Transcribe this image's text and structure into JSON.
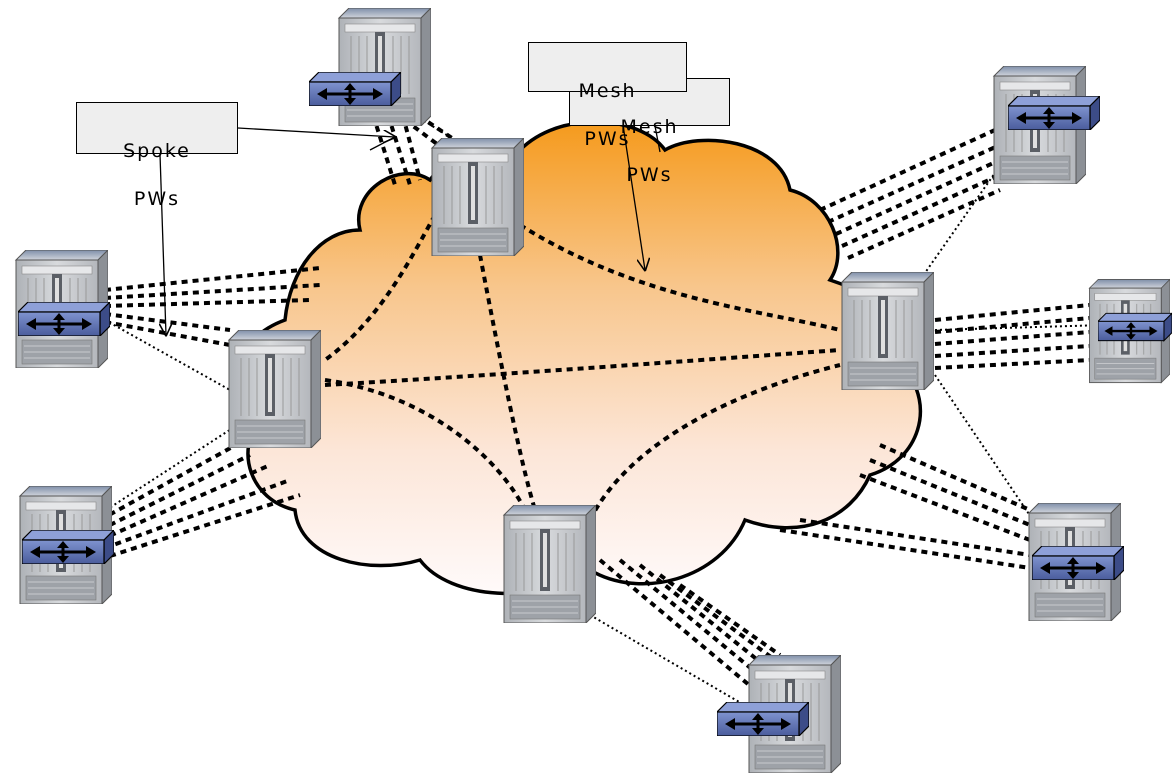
{
  "diagram": {
    "callouts": {
      "spoke": {
        "line1": "Spoke",
        "line2": "PWs"
      },
      "mesh_back": {
        "line1": "Mesh",
        "line2": "PWs"
      },
      "mesh_front": {
        "line1": "Mesh",
        "line2": "PWs"
      }
    },
    "colors": {
      "cloud_top": "#f59a1c",
      "cloud_bottom": "#fffafa",
      "chassis": "#c4c6c9",
      "chassis_dark": "#8c9096",
      "switch_blue": "#5a6fb0",
      "outline": "#000000",
      "callout_fill": "#eeeeee"
    },
    "icons": {
      "core": "pe-router-chassis-icon",
      "edge": "mtu-switch-icon"
    }
  }
}
